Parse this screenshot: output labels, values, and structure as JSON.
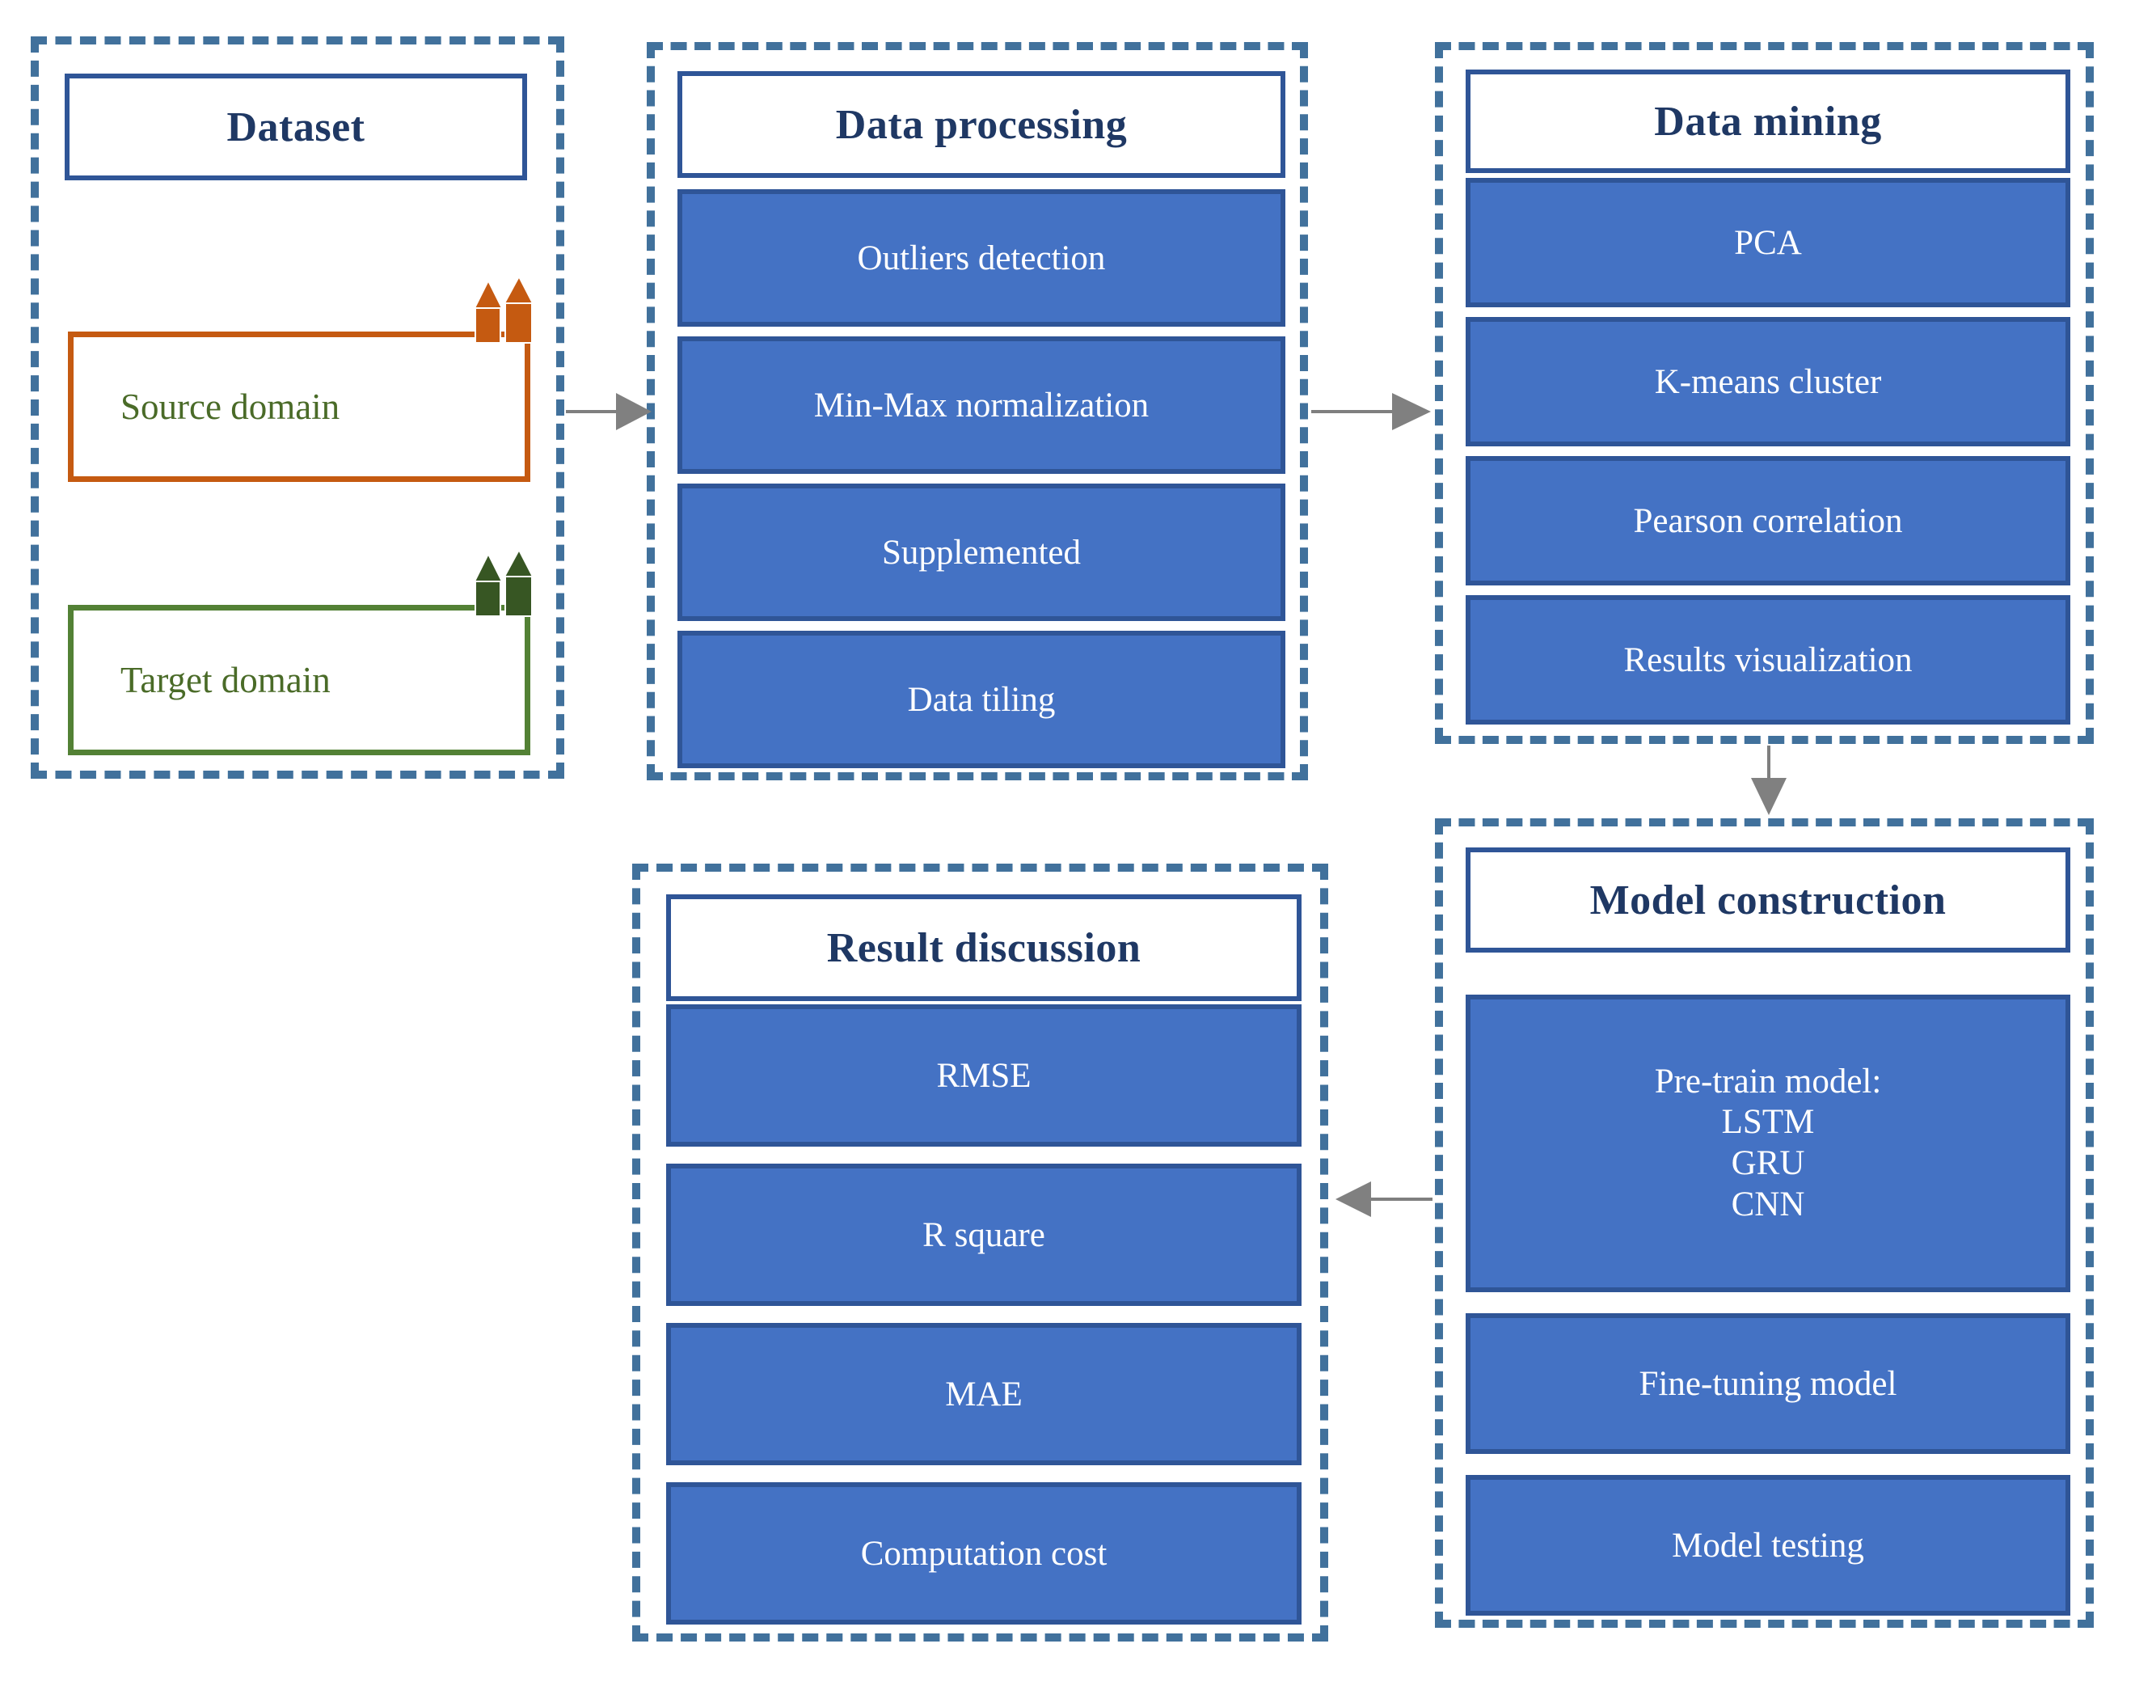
{
  "colors": {
    "dash_border": "#41719c",
    "box_fill": "#4472c4",
    "box_border": "#2f5597",
    "title_text": "#1f3864",
    "box_text": "#ffffff",
    "source_border": "#c55a11",
    "target_border": "#538135",
    "domain_text": "#4a6b28",
    "source_icon": "#c55a11",
    "target_icon": "#375623",
    "arrow_color": "#808080"
  },
  "containers": {
    "dataset": {
      "title": "Dataset",
      "items": [
        {
          "label": "Source domain",
          "icon": "houses-icon"
        },
        {
          "label": "Target domain",
          "icon": "houses-icon"
        }
      ]
    },
    "data_processing": {
      "title": "Data processing",
      "items": [
        {
          "label": "Outliers detection"
        },
        {
          "label": "Min-Max normalization"
        },
        {
          "label": "Supplemented"
        },
        {
          "label": "Data tiling"
        }
      ]
    },
    "data_mining": {
      "title": "Data mining",
      "items": [
        {
          "label": "PCA"
        },
        {
          "label": "K-means cluster"
        },
        {
          "label": "Pearson correlation"
        },
        {
          "label": "Results visualization"
        }
      ]
    },
    "model_construction": {
      "title": "Model construction",
      "items": [
        {
          "lines": [
            "Pre-train model:",
            "LSTM",
            "GRU",
            "CNN"
          ]
        },
        {
          "label": "Fine-tuning model"
        },
        {
          "label": "Model testing"
        }
      ]
    },
    "result_discussion": {
      "title": "Result discussion",
      "items": [
        {
          "label": "RMSE"
        },
        {
          "label": "R square"
        },
        {
          "label": "MAE"
        },
        {
          "label": "Computation cost"
        }
      ]
    }
  },
  "arrows": [
    {
      "from": "Dataset",
      "to": "Data processing",
      "direction": "right"
    },
    {
      "from": "Data processing",
      "to": "Data mining",
      "direction": "right"
    },
    {
      "from": "Data mining",
      "to": "Model construction",
      "direction": "down"
    },
    {
      "from": "Model construction",
      "to": "Result discussion",
      "direction": "left"
    }
  ]
}
